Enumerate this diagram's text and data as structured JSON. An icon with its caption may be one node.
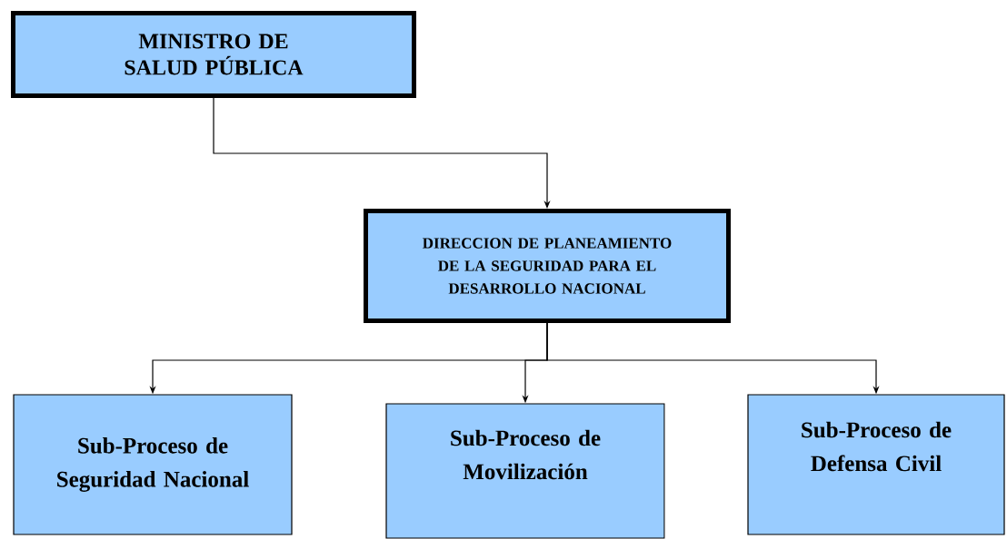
{
  "diagram": {
    "nodes": [
      {
        "text": [
          "MINISTRO DE SALUD PÚBLICA"
        ]
      },
      {
        "text": [
          "DIRECCION DE PLANEAMIENTO DE LA SEGURIDAD PARA EL DESARROLLO NACIONAL"
        ]
      },
      {
        "text": [
          "Sub-Proceso de Seguridad Nacional"
        ]
      },
      {
        "text": [
          "Sub-Proceso de Movilización"
        ]
      },
      {
        "text": [
          "Sub-Proceso de Defensa Civil"
        ]
      }
    ],
    "edges": [
      {
        "from": 0,
        "to": 1,
        "arrow": "to"
      },
      {
        "from": 1,
        "to": 2,
        "arrow": "to"
      },
      {
        "from": 1,
        "to": 3,
        "arrow": "to"
      },
      {
        "from": 1,
        "to": 4,
        "arrow": "to"
      }
    ]
  }
}
